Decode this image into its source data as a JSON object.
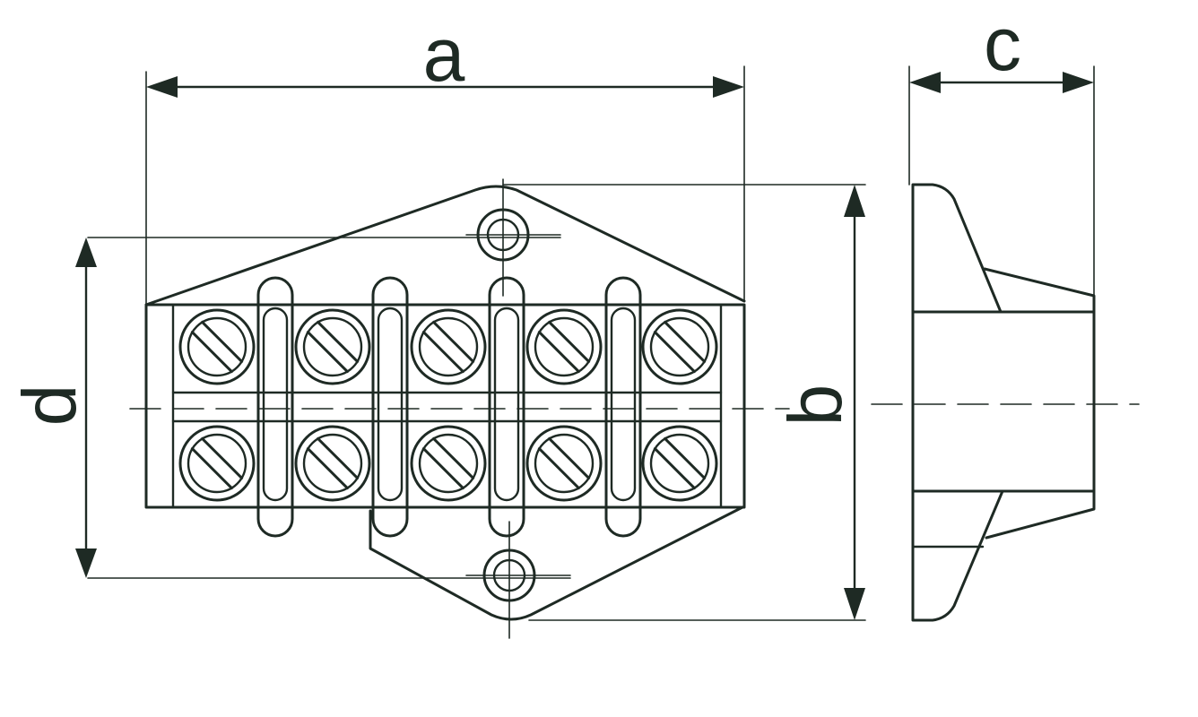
{
  "diagram": {
    "labels": {
      "a": "a",
      "b": "b",
      "c": "c",
      "d": "d"
    },
    "terminals": {
      "rows": 2,
      "columns": 5
    },
    "colors": {
      "line": "#1e2a24",
      "background": "#ffffff"
    }
  }
}
